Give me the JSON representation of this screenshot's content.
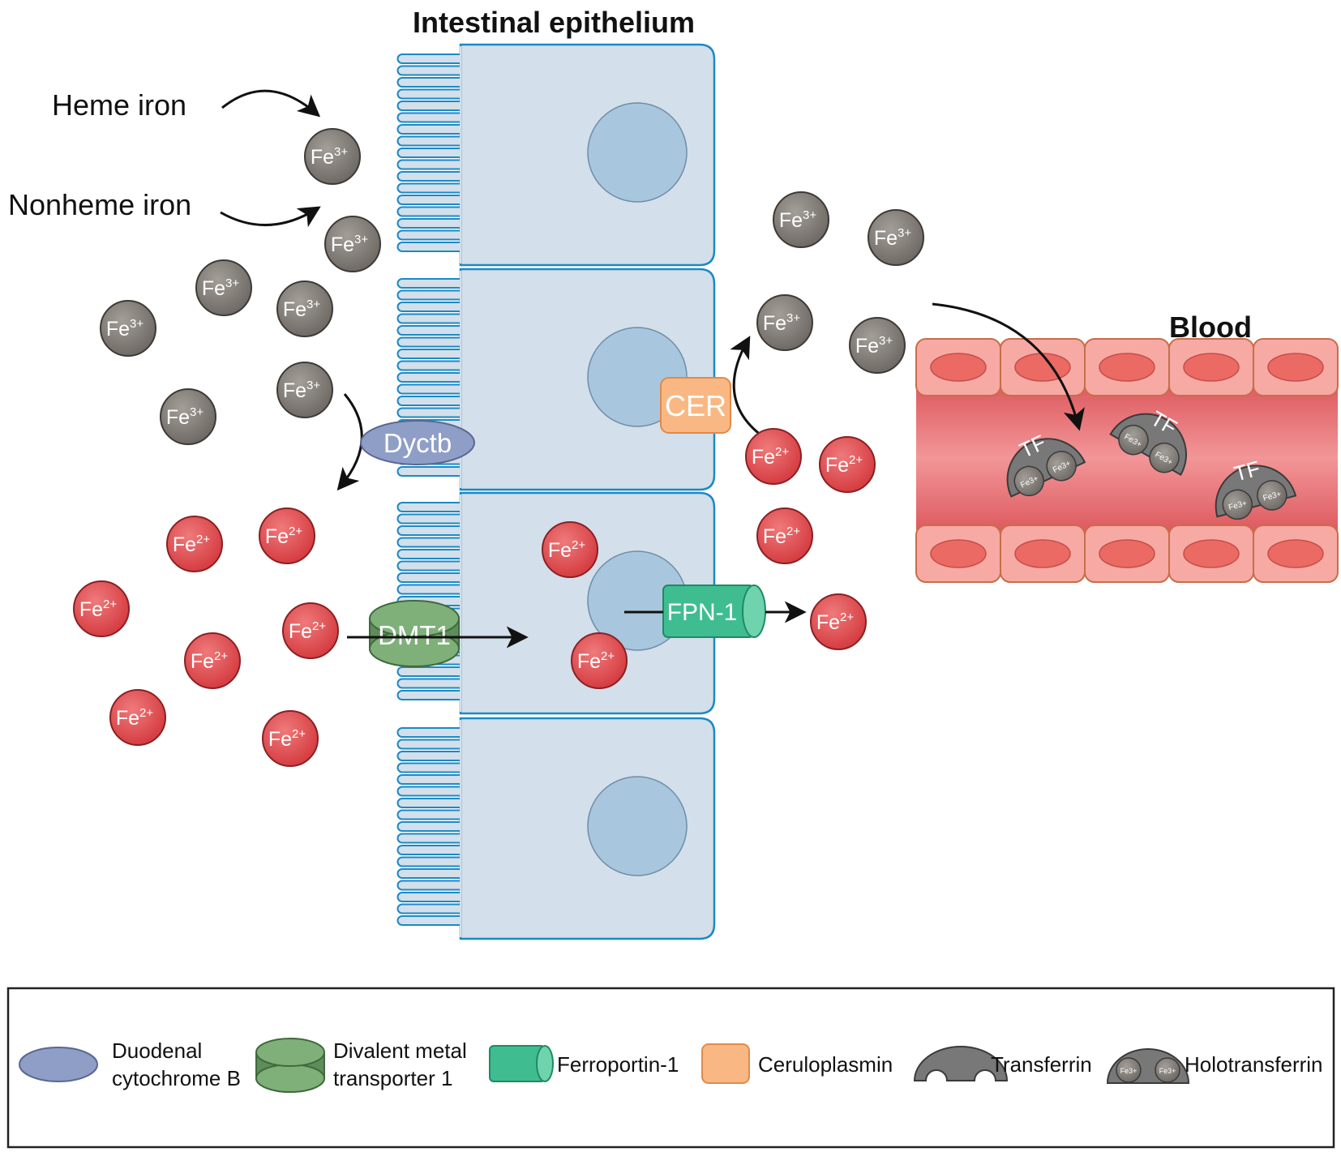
{
  "titles": {
    "epithelium": "Intestinal epithelium",
    "blood": "Blood"
  },
  "sources": {
    "heme": "Heme iron",
    "nonheme": "Nonheme iron"
  },
  "ions": {
    "ferric": {
      "base": "Fe",
      "charge": "3+"
    },
    "ferrous": {
      "base": "Fe",
      "charge": "2+"
    }
  },
  "proteins": {
    "dyctb": "Dyctb",
    "cer": "CER",
    "dmt1": "DMT1",
    "fpn1": "FPN-1",
    "tf": "TF"
  },
  "legend": {
    "items": [
      {
        "line1": "Duodenal",
        "line2": "cytochrome B",
        "symbol": "ellipse"
      },
      {
        "line1": "Divalent metal",
        "line2": "transporter 1",
        "symbol": "cylinder"
      },
      {
        "line1": "Ferroportin-1",
        "line2": "",
        "symbol": "tube"
      },
      {
        "line1": "Ceruloplasmin",
        "line2": "",
        "symbol": "rounded-square"
      },
      {
        "line1": "Transferrin",
        "line2": "",
        "symbol": "arch"
      },
      {
        "line1": "Holotransferrin",
        "line2": "",
        "symbol": "arch-with-ions"
      }
    ],
    "holo_ion_label": "Fe3+"
  },
  "colors": {
    "cell_fill": "#d3dfea",
    "cell_stroke": "#1a8ac4",
    "nucleus": "#a8c6dd",
    "ferric": "#7d7873",
    "ferrous": "#df4f52",
    "dyctb": "#8f9ec6",
    "dmt1": "#6ea06a",
    "fpn1": "#3fbd91",
    "cer": "#f9b883",
    "vessel": "#e66b70",
    "vessel_cell": "#f7aaa4",
    "vessel_nucleus": "#ec6a64",
    "transferrin": "#787878"
  }
}
